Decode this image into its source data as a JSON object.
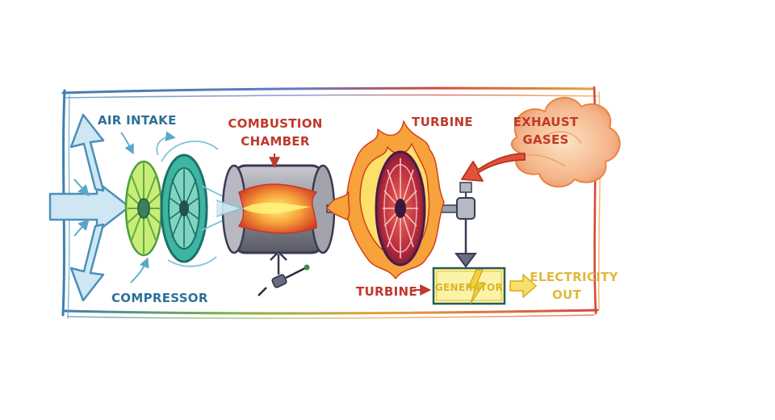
{
  "labels": {
    "air_intake": "AIR INTAKE",
    "compressor": "COMPRESSOR",
    "combustion_line1": "COMBUSTION",
    "combustion_line2": "CHAMBER",
    "turbine_top": "TURBINE",
    "turbine_bottom": "TURBINE",
    "exhaust_line1": "EXHAUST",
    "exhaust_line2": "GASES",
    "generator": "GENERATOR",
    "electricity_line1": "ELECTRICITY",
    "electricity_line2": "OUT"
  },
  "colors": {
    "air": "#4a90b8",
    "compressor_green": "#8ccf3a",
    "compressor_teal": "#2aa08a",
    "combustion": "#c0392b",
    "turbine": "#c0392b",
    "exhaust": "#d9653b",
    "generator": "#e8c93a",
    "frame_blue": "#3f7fb0",
    "frame_red": "#d24a3a",
    "frame_orange": "#e8a040"
  },
  "icons": {
    "intake_arrows": "arrow-icon",
    "fuel_injector": "fuel-injector-icon",
    "flame": "flame-icon",
    "lightning": "lightning-icon"
  }
}
